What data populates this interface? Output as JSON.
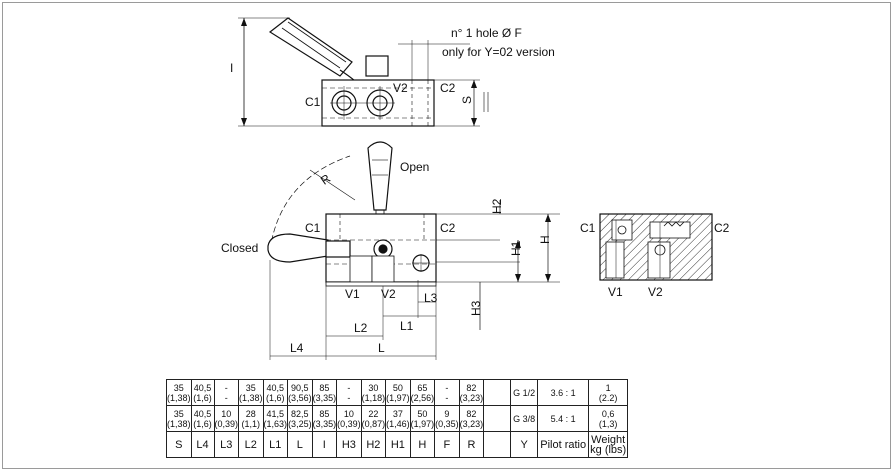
{
  "labels": {
    "hole_note_line1": "n° 1 hole Ø F",
    "hole_note_line2": "only for Y=02 version",
    "open": "Open",
    "closed": "Closed",
    "c1": "C1",
    "c2": "C2",
    "v1": "V1",
    "v2": "V2",
    "dim_I": "I",
    "dim_S": "S",
    "dim_R": "R",
    "dim_H": "H",
    "dim_H1": "H1",
    "dim_H2": "H2",
    "dim_H3": "H3",
    "dim_L": "L",
    "dim_L1": "L1",
    "dim_L2": "L2",
    "dim_L3": "L3",
    "dim_L4": "L4"
  },
  "table": {
    "row1": [
      "35\n(1,38)",
      "40,5\n(1,6)",
      "-\n-",
      "35\n(1,38)",
      "40,5\n(1,6)",
      "90,5\n(3,56)",
      "85\n(3,35)",
      "-\n-",
      "30\n(1,18)",
      "50\n(1,97)",
      "65\n(2,56)",
      "-\n-",
      "82\n(3,23)",
      "",
      "G 1/2",
      "3.6 : 1",
      "1\n(2.2)"
    ],
    "row2": [
      "35\n(1,38)",
      "40,5\n(1,6)",
      "10\n(0,39)",
      "28\n(1,1)",
      "41,5\n(1,63)",
      "82,5\n(3,25)",
      "85\n(3,35)",
      "10\n(0,39)",
      "22\n(0,87)",
      "37\n(1,46)",
      "50\n(1,97)",
      "9\n(0,35)",
      "82\n(3,23)",
      "",
      "G 3/8",
      "5.4 : 1",
      "0,6\n(1,3)"
    ],
    "header": [
      "S",
      "L4",
      "L3",
      "L2",
      "L1",
      "L",
      "I",
      "H3",
      "H2",
      "H1",
      "H",
      "F",
      "R",
      "",
      "Y",
      "Pilot ratio",
      "Weight\nkg (lbs)"
    ]
  }
}
